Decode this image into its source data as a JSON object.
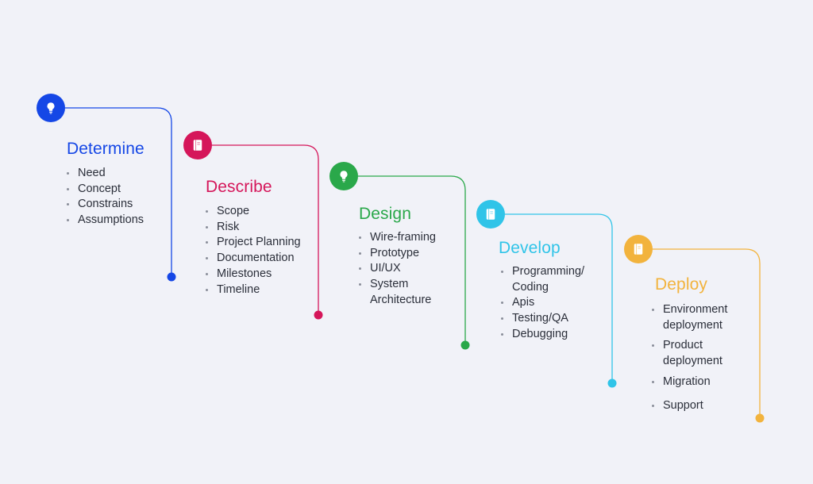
{
  "colors": {
    "determine": "#1547e6",
    "describe": "#d5165a",
    "design": "#2aa84a",
    "develop": "#30c4e8",
    "deploy": "#f2b33d",
    "background": "#f1f2f8",
    "text": "#2b2f3a"
  },
  "stages": [
    {
      "key": "determine",
      "title": "Determine",
      "icon": "lightbulb-icon",
      "items": [
        "Need",
        "Concept",
        "Constrains",
        "Assumptions"
      ]
    },
    {
      "key": "describe",
      "title": "Describe",
      "icon": "notebook-icon",
      "items": [
        "Scope",
        "Risk",
        "Project Planning",
        "Documentation",
        "Milestones",
        "Timeline"
      ]
    },
    {
      "key": "design",
      "title": "Design",
      "icon": "lightbulb-icon",
      "items": [
        "Wire-framing",
        "Prototype",
        "UI/UX",
        "System\nArchitecture"
      ]
    },
    {
      "key": "develop",
      "title": "Develop",
      "icon": "notebook-icon",
      "items": [
        "Programming/\nCoding",
        "Apis",
        "Testing/QA",
        "Debugging"
      ]
    },
    {
      "key": "deploy",
      "title": "Deploy",
      "icon": "notebook-icon",
      "items": [
        "Environment\ndeployment",
        "Product\ndeployment",
        "Migration",
        "Support"
      ]
    }
  ]
}
